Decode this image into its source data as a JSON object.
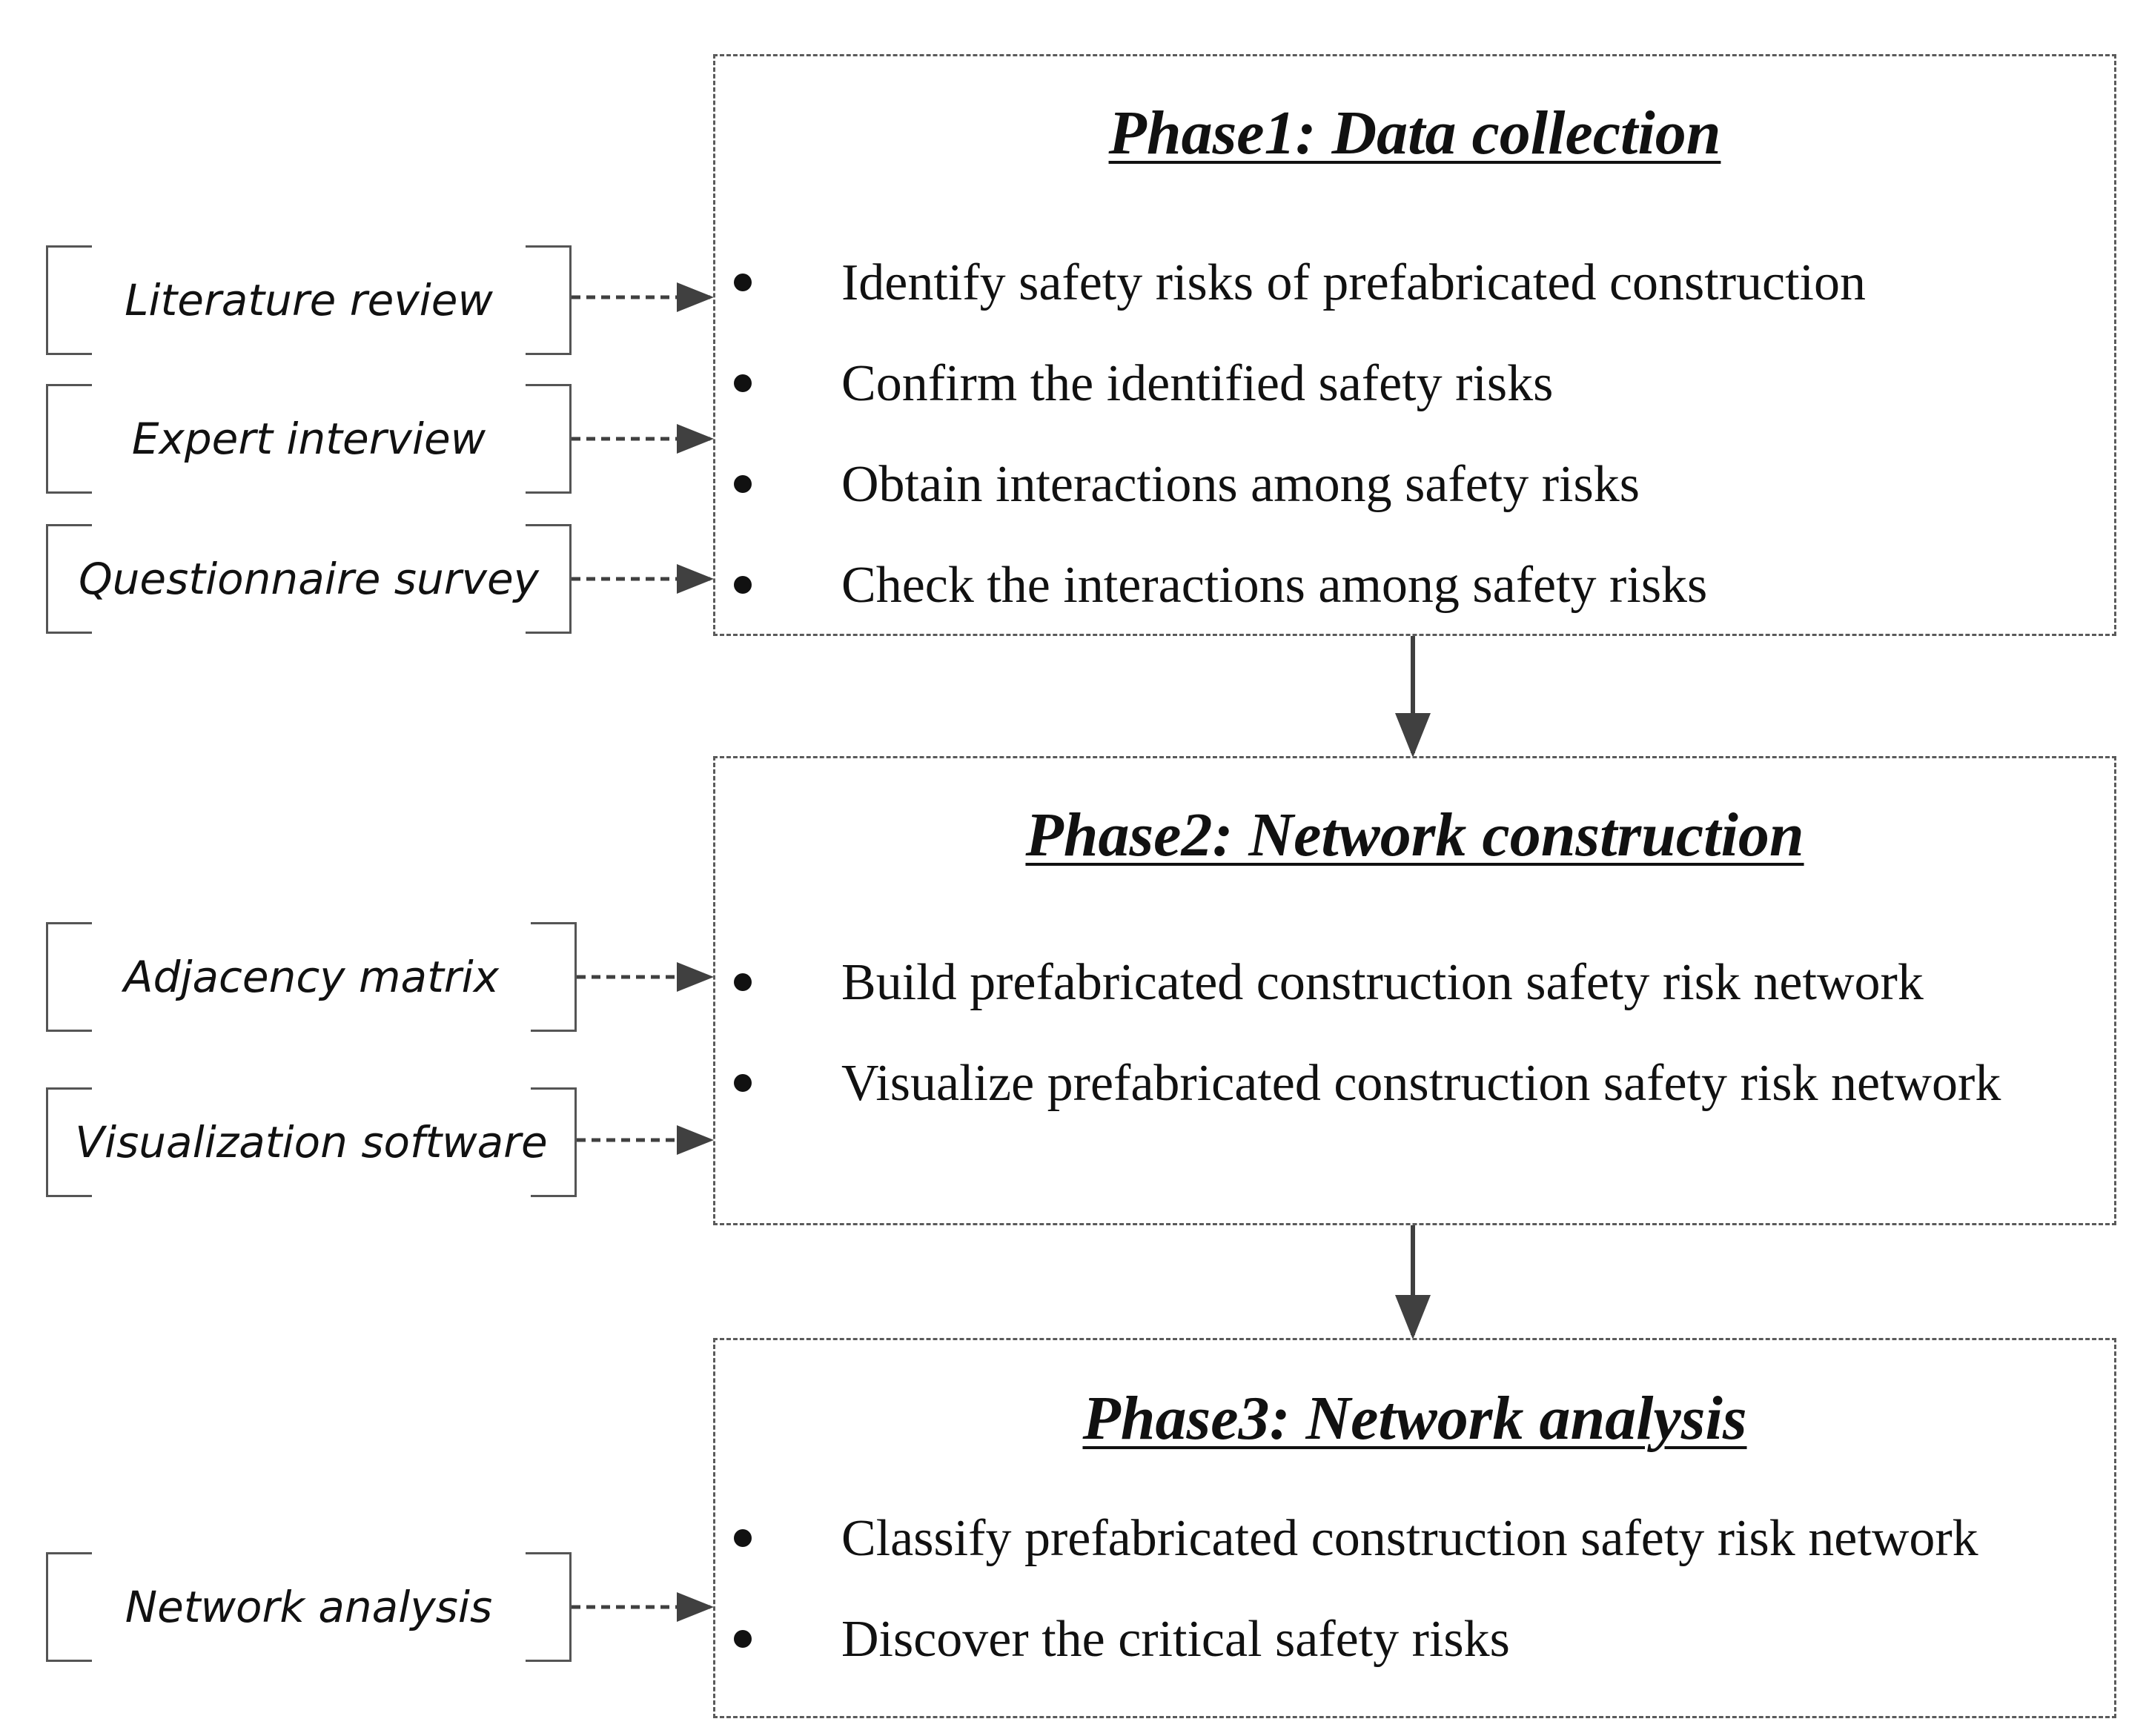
{
  "phases": [
    {
      "title": "Phase1: Data collection",
      "items": [
        "Identify safety risks of prefabricated construction",
        "Confirm the identified safety risks",
        "Obtain interactions among safety risks",
        "Check the interactions among safety risks"
      ]
    },
    {
      "title": "Phase2: Network construction",
      "items": [
        "Build prefabricated construction safety risk network",
        "Visualize prefabricated construction safety risk network"
      ]
    },
    {
      "title": "Phase3: Network analysis",
      "items": [
        "Classify prefabricated construction safety risk network",
        "Discover the critical safety risks"
      ]
    }
  ],
  "methods": [
    "Literature review",
    "Expert interview",
    "Questionnaire survey",
    "Adjacency matrix",
    "Visualization software",
    "Network analysis"
  ]
}
